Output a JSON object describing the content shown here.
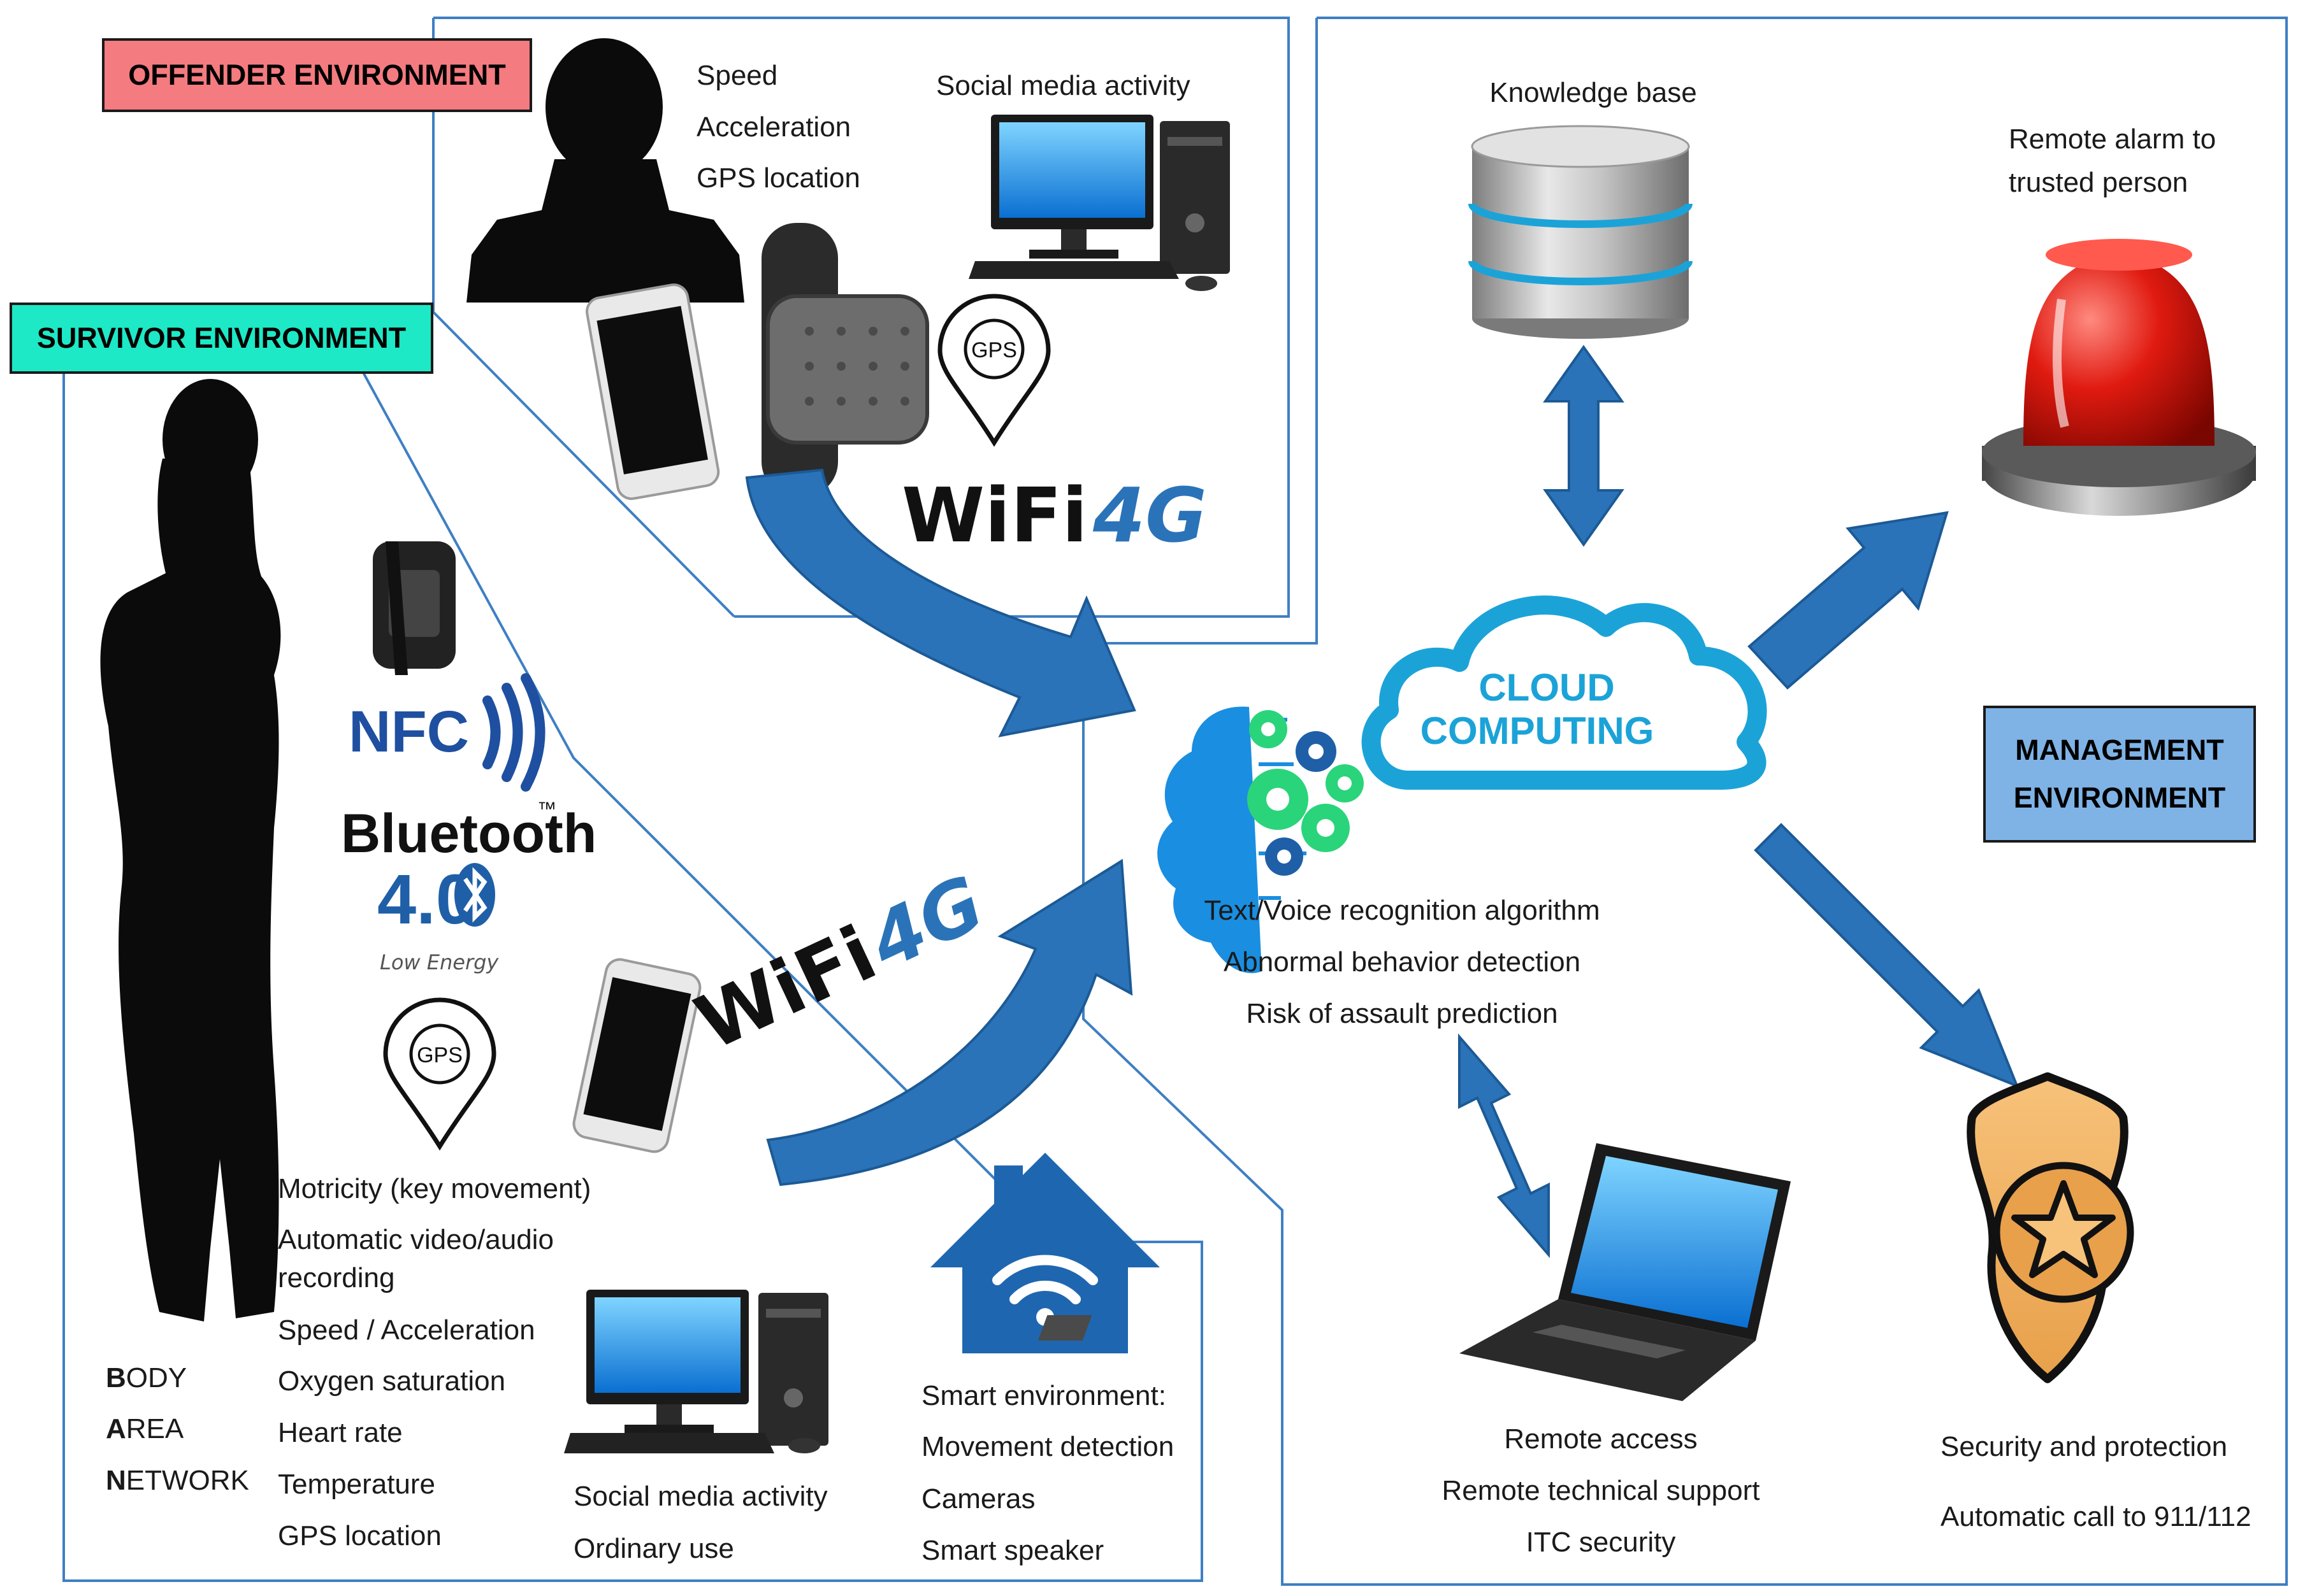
{
  "environments": {
    "offender": "OFFENDER ENVIRONMENT",
    "survivor": "SURVIVOR ENVIRONMENT",
    "management_line1": "MANAGEMENT",
    "management_line2": "ENVIRONMENT"
  },
  "offender": {
    "sensors": [
      "Speed",
      "Acceleration",
      "GPS location"
    ],
    "social": "Social media activity",
    "gps_pin": "GPS",
    "wifi": "WiFi",
    "fourg": "4G"
  },
  "survivor": {
    "nfc": "NFC",
    "bluetooth": "Bluetooth",
    "bt_tm": "™",
    "bt_version": "4.0",
    "bt_low": "Low Energy",
    "gps_pin": "GPS",
    "wifi": "WiFi",
    "fourg": "4G",
    "metrics": [
      "Motricity (key movement)",
      "Automatic video/audio",
      "recording",
      "Speed / Acceleration",
      "Oxygen saturation",
      "Heart rate",
      "Temperature",
      "GPS location"
    ],
    "ban": [
      {
        "initial": "B",
        "rest": "ODY"
      },
      {
        "initial": "A",
        "rest": "REA"
      },
      {
        "initial": "N",
        "rest": "ETWORK"
      }
    ],
    "pc_labels": [
      "Social media activity",
      "Ordinary use"
    ],
    "smart": [
      "Smart environment:",
      "Movement detection",
      "Cameras",
      "Smart speaker"
    ]
  },
  "cloud": {
    "line1": "CLOUD",
    "line2": "COMPUTING",
    "algorithms": [
      "Text/Voice recognition algorithm",
      "Abnormal behavior detection",
      "Risk of assault prediction"
    ]
  },
  "management": {
    "knowledge": "Knowledge base",
    "alarm": [
      "Remote alarm to",
      "trusted person"
    ],
    "remote": [
      "Remote access",
      "Remote technical support",
      "ITC security"
    ],
    "security": [
      "Security and protection",
      "Automatic call to 911/112"
    ]
  },
  "colors": {
    "offender_label": "#f47b7f",
    "survivor_label": "#1de9c6",
    "management_label": "#7fb3e6",
    "frame": "#3f7fc4",
    "arrow": "#2b73b8",
    "arrow_edge": "#1c5a96",
    "cloud": "#1ba3d8",
    "nfc": "#1f4fa0",
    "gear_green": "#2ad47a",
    "gear_blue": "#1f5fa8"
  }
}
